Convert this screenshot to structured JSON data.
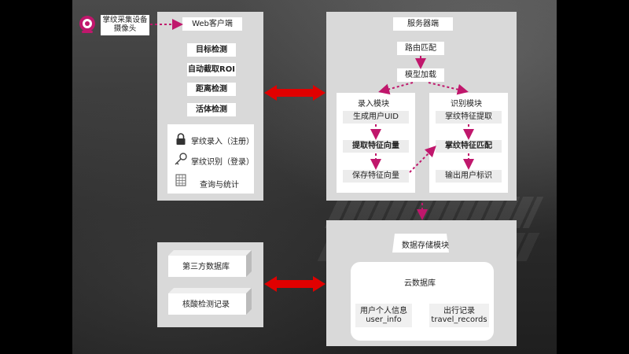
{
  "device": {
    "label_line1": "掌纹采集设备",
    "label_line2": "摄像头"
  },
  "client": {
    "title": "Web客户端",
    "processing_steps": [
      "目标检测",
      "自动截取ROI",
      "距离检测",
      "活体检测"
    ],
    "features": [
      {
        "icon": "lock-icon",
        "label": "掌纹录入（注册）"
      },
      {
        "icon": "key-icon",
        "label": "掌纹识别（登录）"
      },
      {
        "icon": "spreadsheet-icon",
        "label": "查询与统计"
      }
    ]
  },
  "server": {
    "title": "服务器端",
    "routing": "路由匹配",
    "model_loading": "模型加载",
    "enroll_module": {
      "title": "录入模块",
      "steps": [
        "生成用户UID",
        "提取特征向量",
        "保存特征向量"
      ]
    },
    "recognize_module": {
      "title": "识别模块",
      "steps": [
        "掌纹特征提取",
        "掌纹特征匹配",
        "输出用户标识"
      ]
    }
  },
  "storage": {
    "module_label": "数据存储模块",
    "cloud_db": "云数据库",
    "tables": [
      {
        "name": "用户个人信息",
        "id": "user_info"
      },
      {
        "name": "出行记录",
        "id": "travel_records"
      }
    ]
  },
  "external": {
    "sources": [
      "第三方数据库",
      "核酸检测记录"
    ]
  },
  "colors": {
    "accent_dashed": "#c0176c",
    "bidirectional_arrow": "#e00000",
    "panel": "#d9d9d9",
    "box": "#ffffff"
  }
}
